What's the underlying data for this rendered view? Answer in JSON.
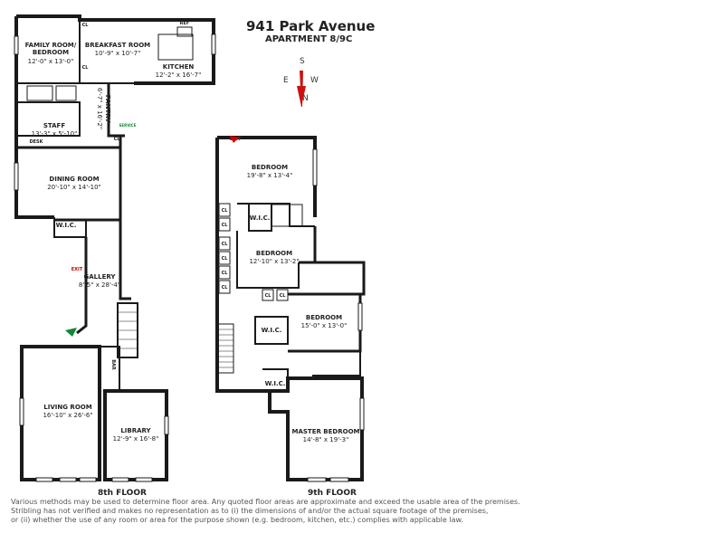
{
  "header": {
    "title": "941 Park Avenue",
    "subtitle": "APARTMENT 8/9C"
  },
  "compass": {
    "n": "N",
    "s": "S",
    "e": "E",
    "w": "W"
  },
  "floors": {
    "eighth": "8th FLOOR",
    "ninth": "9th FLOOR"
  },
  "rooms": {
    "family_room": {
      "name": "FAMILY ROOM/",
      "name2": "BEDROOM",
      "dims": "12'-0\" x 13'-0\""
    },
    "breakfast_room": {
      "name": "BREAKFAST ROOM",
      "dims": "10'-9\" x 10'-7\""
    },
    "kitchen": {
      "name": "KITCHEN",
      "dims": "12'-2\" x 16'-7\""
    },
    "pantry": {
      "name": "PANTRY",
      "dims": "6'-7\" x 16'-2\""
    },
    "staff": {
      "name": "STAFF",
      "dims": "13'-3\" x 5'-10\""
    },
    "dining_room": {
      "name": "DINING ROOM",
      "dims": "20'-10\" x 14'-10\""
    },
    "gallery": {
      "name": "GALLERY",
      "dims": "8'-5\" x 28'-4\""
    },
    "living_room": {
      "name": "LIVING ROOM",
      "dims": "16'-10\" x 26'-6\""
    },
    "library": {
      "name": "LIBRARY",
      "dims": "12'-9\" x 16'-8\""
    },
    "bedroom1": {
      "name": "BEDROOM",
      "dims": "19'-8\" x 13'-4\""
    },
    "bedroom2": {
      "name": "BEDROOM",
      "dims": "12'-10\" x 13'-2\""
    },
    "bedroom3": {
      "name": "BEDROOM",
      "dims": "15'-0\" x 13'-0\""
    },
    "master_bedroom": {
      "name": "MASTER BEDROOM",
      "dims": "14'-8\" x 19'-3\""
    }
  },
  "labels": {
    "wic": "W.I.C.",
    "cl": "CL",
    "exit": "EXIT",
    "service": "SERVICE",
    "ref": "REF",
    "desk": "DESK",
    "bar": "BAR"
  },
  "disclaimer": [
    "Various methods may be used to determine floor area.  Any quoted floor areas are approximate and exceed the usable area of the premises.",
    "Stribling has not verified and makes no representation as to (i) the dimensions of and/or the actual square footage of the premises,",
    "or (ii) whether the use of any room or area for the purpose shown (e.g. bedroom, kitchen, etc.) complies with applicable law."
  ],
  "colors": {
    "wall": "#1a1a1a",
    "exit": "#cc0000",
    "arrow": "#cc1111",
    "service": "#118833",
    "text": "#222222"
  }
}
